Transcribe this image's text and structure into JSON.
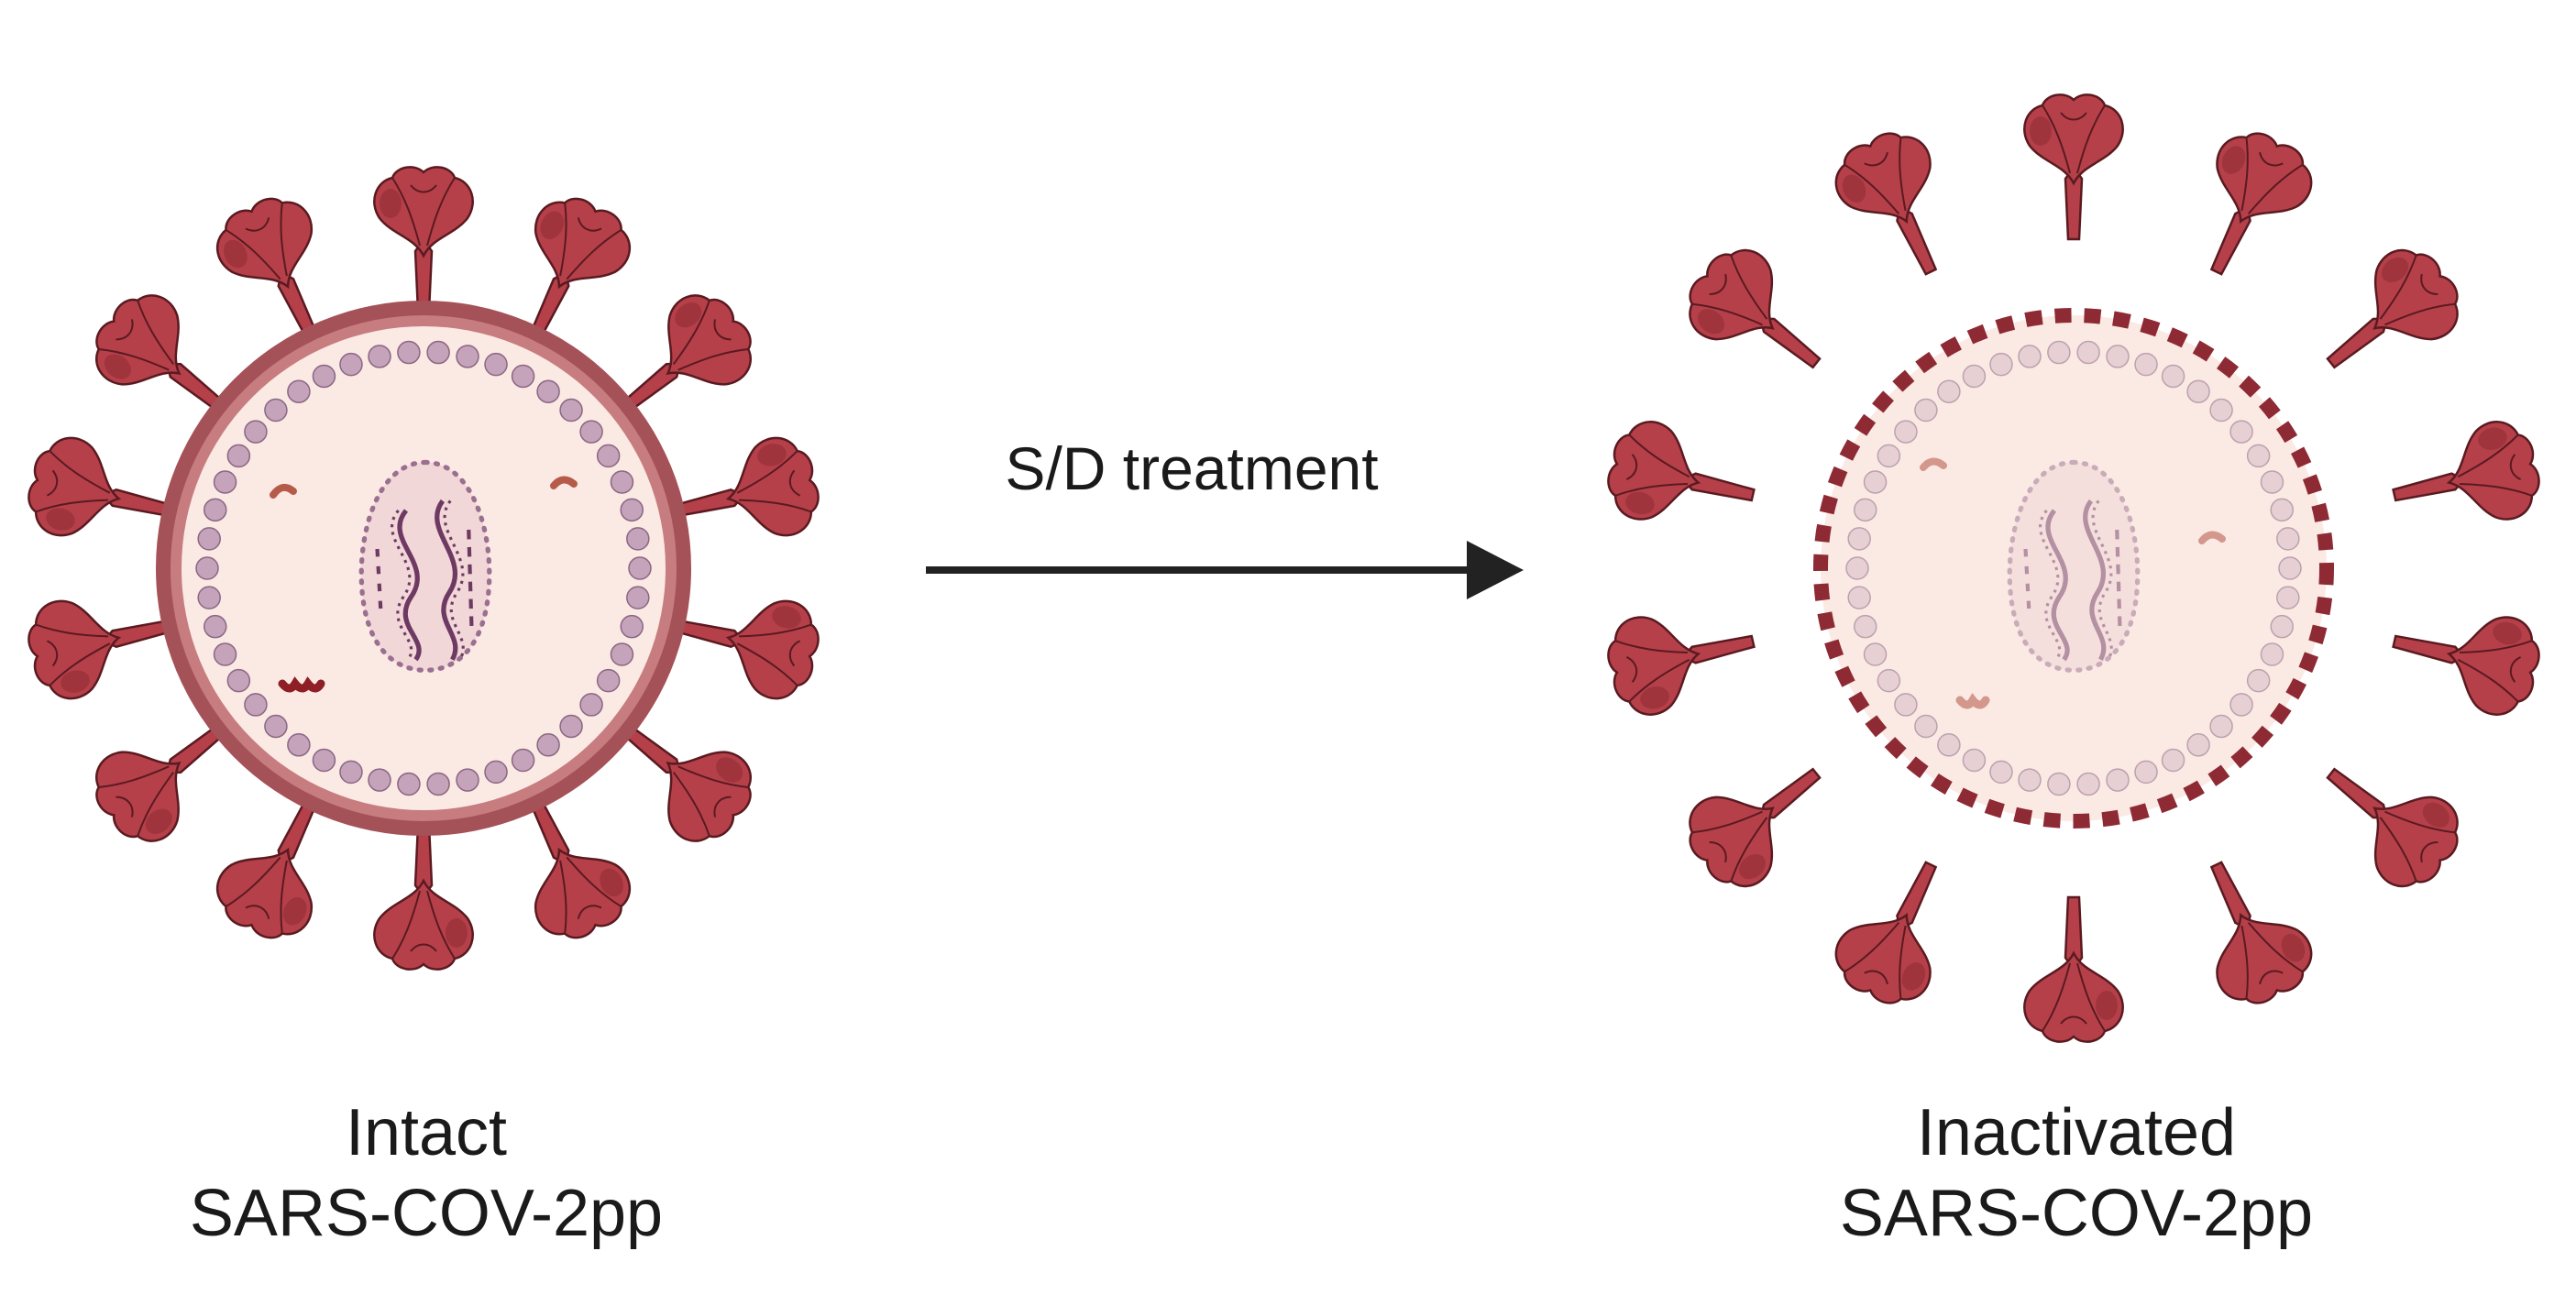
{
  "left_virus": {
    "caption_line1": "Intact",
    "caption_line2": "SARS-COV-2pp"
  },
  "right_virus": {
    "caption_line1": "Inactivated",
    "caption_line2": "SARS-COV-2pp"
  },
  "process": {
    "label": "S/D treatment"
  },
  "colors": {
    "spike_fill": "#b5404a",
    "spike_dark": "#8e2a33",
    "envelope": "#9a4a52",
    "virion_interior": "#fbe9e4",
    "membrane_beads": "#a9849f",
    "rna": "#6e3a63",
    "arrow": "#222222"
  }
}
